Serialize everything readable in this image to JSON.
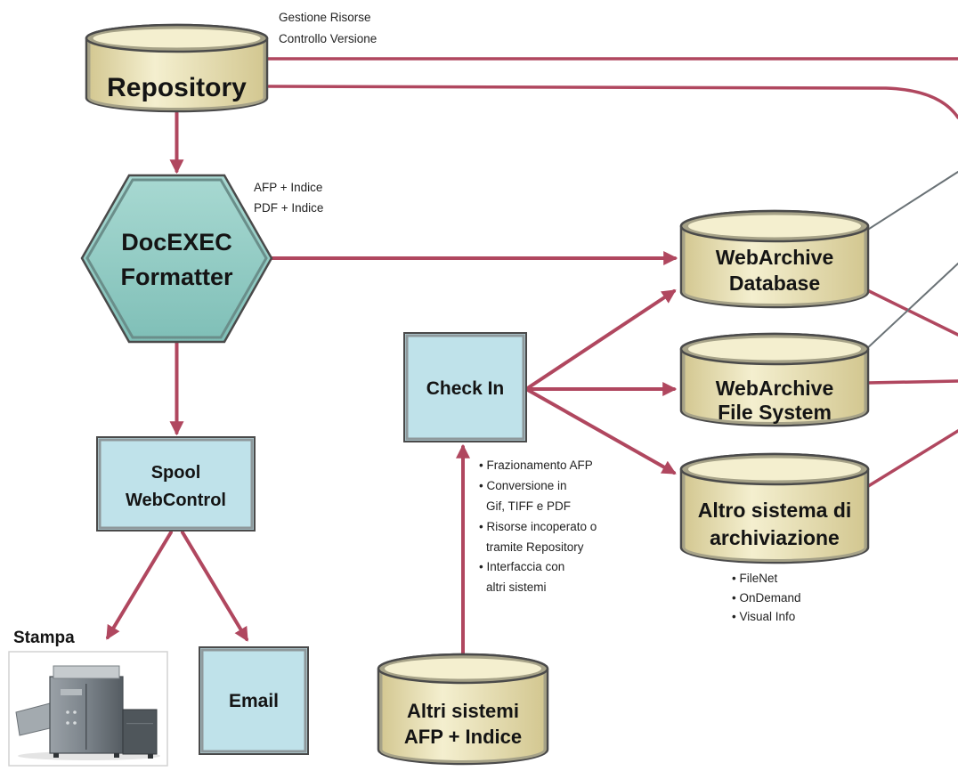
{
  "diagram": {
    "repository": {
      "label": "Repository",
      "notes": [
        "Gestione Risorse",
        "Controllo Versione"
      ]
    },
    "formatter": {
      "label": [
        "DocEXEC",
        "Formatter"
      ],
      "notes": [
        "AFP + Indice",
        "PDF + Indice"
      ]
    },
    "spool": {
      "label": [
        "Spool",
        "WebControl"
      ]
    },
    "stampa": {
      "label": "Stampa"
    },
    "email": {
      "label": "Email"
    },
    "check_in": {
      "label": "Check In",
      "notes": [
        "• Frazionamento AFP",
        "• Conversione in",
        "Gif, TIFF e PDF",
        "• Risorse incoperato o",
        "tramite Repository",
        "• Interfaccia con",
        "altri sistemi"
      ]
    },
    "altri_sistemi": {
      "label": [
        "Altri sistemi",
        "AFP + Indice"
      ]
    },
    "webarchive_database": {
      "label": [
        "WebArchive",
        "Database"
      ]
    },
    "webarchive_file_system": {
      "label": [
        "WebArchive",
        "File System"
      ]
    },
    "altro_sistema": {
      "label": [
        "Altro sistema di",
        "archiviazione"
      ],
      "notes": [
        "• FileNet",
        "• OnDemand",
        "• Visual Info"
      ]
    }
  },
  "colors": {
    "arrow": "#b0475f",
    "link_gray": "#6a7276",
    "outline": "#4a4a4a",
    "cylinder_light": "#f4efcf",
    "cylinder_dark": "#d2c68f",
    "cylinder_rim": "#a6a288",
    "box_fill": "#bfe2ea",
    "box_rim": "#8e989b",
    "hexagon_light": "#a8d9d2",
    "hexagon_fill": "#7fbfb7",
    "hexagon_rim": "#6a8e8a"
  }
}
